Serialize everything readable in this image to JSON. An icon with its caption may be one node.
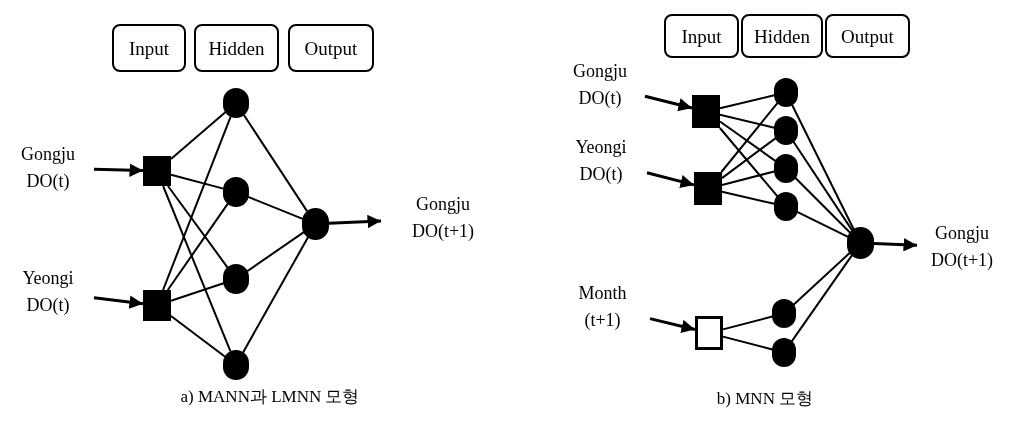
{
  "diagram": {
    "nodes": [
      {
        "text": [
          "Input"
        ]
      },
      {
        "text": [
          "Hidden"
        ]
      },
      {
        "text": [
          "Output"
        ]
      },
      {
        "text": [
          "Gongju DO(t)"
        ]
      },
      {
        "text": [
          "Yeongi DO(t)"
        ]
      },
      {
        "text": [],
        "shape": "box"
      },
      {
        "text": [],
        "shape": "box"
      },
      {
        "text": [],
        "shape": "circle"
      },
      {
        "text": [],
        "shape": "circle"
      },
      {
        "text": [],
        "shape": "circle"
      },
      {
        "text": [],
        "shape": "circle"
      },
      {
        "text": [],
        "shape": "circle"
      },
      {
        "text": [
          "Gongju DO(t+1)"
        ]
      },
      {
        "text": [
          "Input"
        ]
      },
      {
        "text": [
          "Hidden"
        ]
      },
      {
        "text": [
          "Output"
        ]
      },
      {
        "text": [
          "Gongju DO(t)"
        ]
      },
      {
        "text": [
          "Yeongi DO(t)"
        ]
      },
      {
        "text": [
          "Month (t+1)"
        ]
      },
      {
        "text": [],
        "shape": "box"
      },
      {
        "text": [],
        "shape": "box"
      },
      {
        "text": [],
        "shape": "box"
      },
      {
        "text": [],
        "shape": "circle"
      },
      {
        "text": [],
        "shape": "circle"
      },
      {
        "text": [],
        "shape": "circle"
      },
      {
        "text": [],
        "shape": "circle"
      },
      {
        "text": [],
        "shape": "circle"
      },
      {
        "text": [],
        "shape": "circle"
      },
      {
        "text": [],
        "shape": "circle"
      },
      {
        "text": [
          "Gongju DO(t+1)"
        ]
      }
    ],
    "edges": [
      {
        "from": 3,
        "to": 5,
        "arrow": "to"
      },
      {
        "from": 4,
        "to": 6,
        "arrow": "to"
      },
      {
        "from": 5,
        "to": 7,
        "arrow": "none"
      },
      {
        "from": 5,
        "to": 8,
        "arrow": "none"
      },
      {
        "from": 5,
        "to": 9,
        "arrow": "none"
      },
      {
        "from": 5,
        "to": 10,
        "arrow": "none"
      },
      {
        "from": 6,
        "to": 7,
        "arrow": "none"
      },
      {
        "from": 6,
        "to": 8,
        "arrow": "none"
      },
      {
        "from": 6,
        "to": 9,
        "arrow": "none"
      },
      {
        "from": 6,
        "to": 10,
        "arrow": "none"
      },
      {
        "from": 7,
        "to": 11,
        "arrow": "none"
      },
      {
        "from": 8,
        "to": 11,
        "arrow": "none"
      },
      {
        "from": 9,
        "to": 11,
        "arrow": "none"
      },
      {
        "from": 10,
        "to": 11,
        "arrow": "none"
      },
      {
        "from": 11,
        "to": 12,
        "arrow": "to"
      },
      {
        "from": 16,
        "to": 19,
        "arrow": "to"
      },
      {
        "from": 17,
        "to": 20,
        "arrow": "to"
      },
      {
        "from": 18,
        "to": 21,
        "arrow": "to"
      },
      {
        "from": 19,
        "to": 22,
        "arrow": "none"
      },
      {
        "from": 19,
        "to": 23,
        "arrow": "none"
      },
      {
        "from": 19,
        "to": 24,
        "arrow": "none"
      },
      {
        "from": 19,
        "to": 25,
        "arrow": "none"
      },
      {
        "from": 20,
        "to": 22,
        "arrow": "none"
      },
      {
        "from": 20,
        "to": 23,
        "arrow": "none"
      },
      {
        "from": 20,
        "to": 24,
        "arrow": "none"
      },
      {
        "from": 20,
        "to": 25,
        "arrow": "none"
      },
      {
        "from": 21,
        "to": 26,
        "arrow": "none"
      },
      {
        "from": 21,
        "to": 27,
        "arrow": "none"
      },
      {
        "from": 22,
        "to": 28,
        "arrow": "none"
      },
      {
        "from": 23,
        "to": 28,
        "arrow": "none"
      },
      {
        "from": 24,
        "to": 28,
        "arrow": "none"
      },
      {
        "from": 25,
        "to": 28,
        "arrow": "none"
      },
      {
        "from": 26,
        "to": 28,
        "arrow": "none"
      },
      {
        "from": 27,
        "to": 28,
        "arrow": "none"
      },
      {
        "from": 28,
        "to": 29,
        "arrow": "to"
      }
    ],
    "labels": [
      "a) MANN과 LMNN 모형",
      "b) MNN 모형"
    ]
  }
}
